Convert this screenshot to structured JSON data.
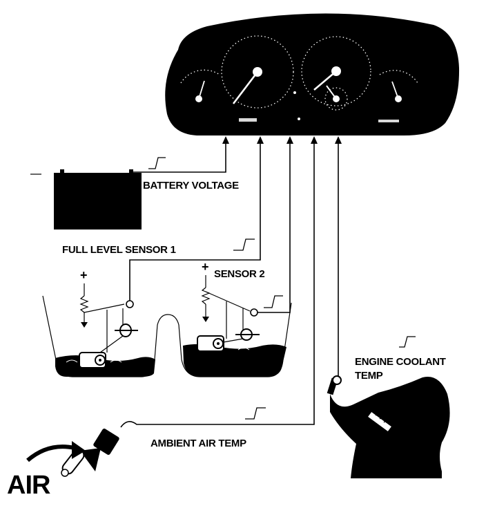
{
  "labels": {
    "battery": "BATTERY VOLTAGE",
    "full_level_sensor_1": "FULL LEVEL SENSOR 1",
    "sensor_2": "SENSOR 2",
    "engine_coolant_line1": "ENGINE COOLANT",
    "engine_coolant_line2": "TEMP",
    "ambient_air_temp": "AMBIENT AIR TEMP",
    "air": "AIR"
  },
  "symbols": {
    "plus": "+"
  },
  "icons": [
    "instrument-cluster-icon",
    "battery-icon",
    "fuel-tank-icon",
    "float-sensor-icon",
    "coolant-sensor-icon",
    "air-temp-sensor-icon",
    "air-flow-arrow-icon"
  ],
  "colors": {
    "ink": "#000000",
    "paper": "#ffffff"
  }
}
